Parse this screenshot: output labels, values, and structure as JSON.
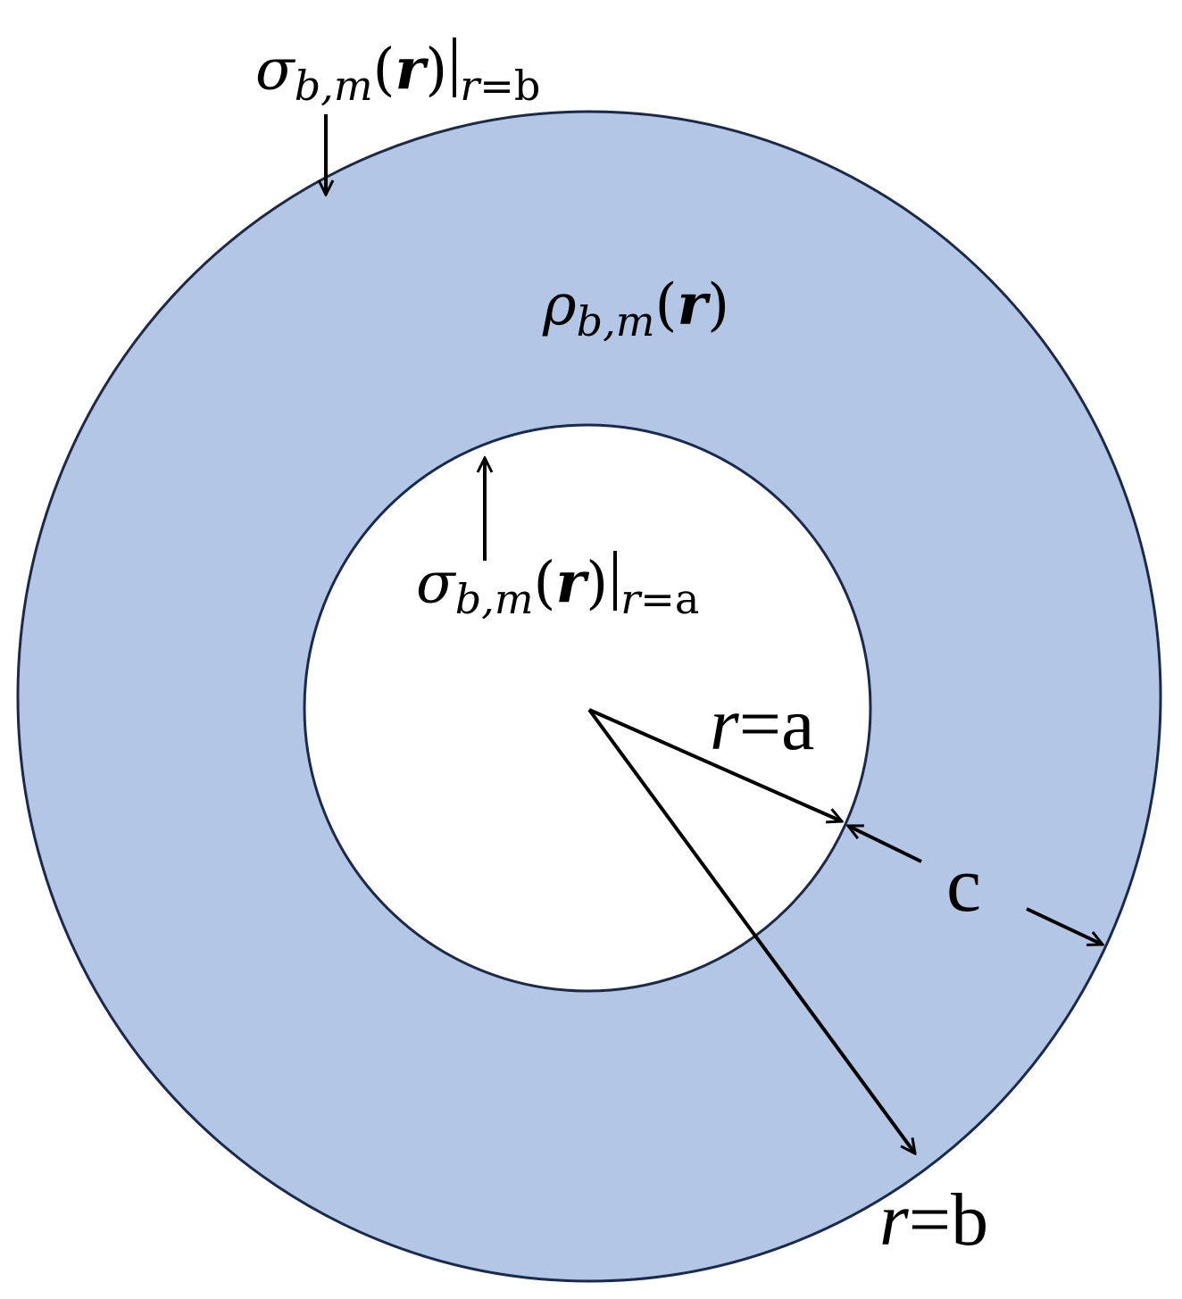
{
  "colors": {
    "annulus_fill": "#b3c6e6",
    "outline": "#1b2a4a",
    "inner_fill": "#ffffff",
    "arrow": "#000000"
  },
  "labels": {
    "sigma_outer": {
      "symbol": "σ",
      "sub": "b,m",
      "open": "(",
      "arg": "r",
      "close": ")",
      "eval_sub_var": "r",
      "eval_sub_rest": "=b"
    },
    "rho": {
      "symbol": "ρ",
      "sub": "b,m",
      "open": "(",
      "arg": "r",
      "close": ")"
    },
    "sigma_inner": {
      "symbol": "σ",
      "sub": "b,m",
      "open": "(",
      "arg": "r",
      "close": ")",
      "eval_sub_var": "r",
      "eval_sub_rest": "=a"
    },
    "r_a": {
      "var": "r",
      "rest": "=a"
    },
    "r_b": {
      "var": "r",
      "rest": "=b"
    },
    "c": "c"
  }
}
